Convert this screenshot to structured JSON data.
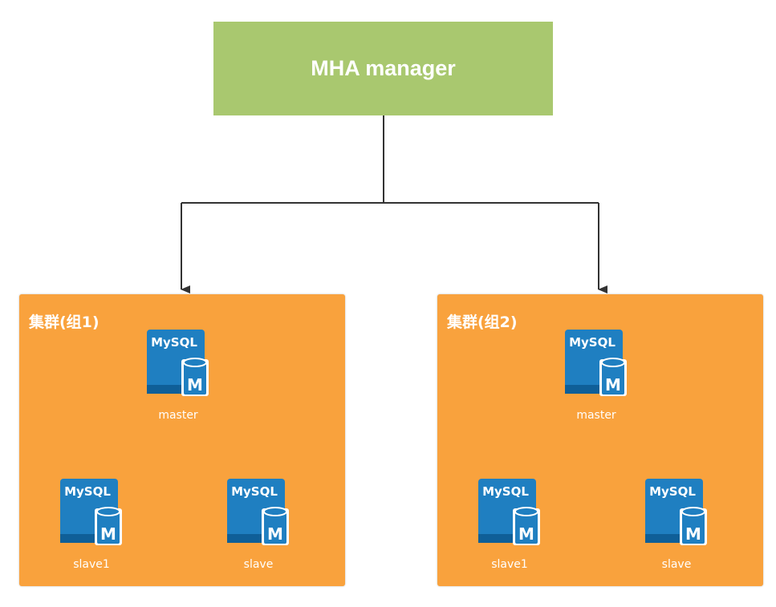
{
  "manager": {
    "label": "MHA manager"
  },
  "clusters": [
    {
      "title": "集群(组1)",
      "nodes": [
        {
          "badge": "MySQL",
          "letter": "M",
          "label": "master"
        },
        {
          "badge": "MySQL",
          "letter": "M",
          "label": "slave1"
        },
        {
          "badge": "MySQL",
          "letter": "M",
          "label": "slave"
        }
      ]
    },
    {
      "title": "集群(组2)",
      "nodes": [
        {
          "badge": "MySQL",
          "letter": "M",
          "label": "master"
        },
        {
          "badge": "MySQL",
          "letter": "M",
          "label": "slave1"
        },
        {
          "badge": "MySQL",
          "letter": "M",
          "label": "slave"
        }
      ]
    }
  ],
  "colors": {
    "manager_fill": "#a9c86f",
    "cluster_fill": "#f9a23d",
    "db_blue": "#1f7fc1",
    "db_dark": "#0f5f98",
    "connector": "#333333"
  },
  "icons": {
    "database": "mysql-database-icon",
    "arrow": "arrow-down-icon"
  }
}
